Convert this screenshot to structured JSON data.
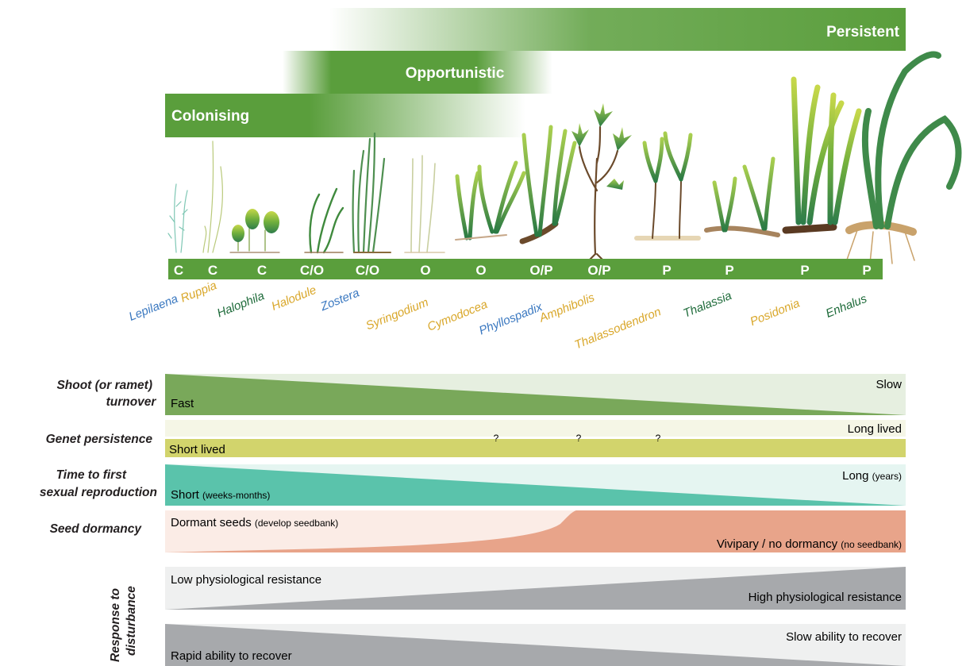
{
  "strategy_bars": [
    {
      "label": "Persistent",
      "color": "#5a9e3c"
    },
    {
      "label": "Opportunistic",
      "color": "#5a9e3c"
    },
    {
      "label": "Colonising",
      "color": "#5a9e3c"
    }
  ],
  "genera": [
    {
      "name": "Lepilaena",
      "code": "C",
      "color": "#3a78c0"
    },
    {
      "name": "Ruppia",
      "code": "C",
      "color": "#d9a72a"
    },
    {
      "name": "Halophila",
      "code": "C",
      "color": "#1e6b3a"
    },
    {
      "name": "Halodule",
      "code": "C/O",
      "color": "#d9a72a"
    },
    {
      "name": "Zostera",
      "code": "C/O",
      "color": "#3a78c0"
    },
    {
      "name": "Syringodium",
      "code": "O",
      "color": "#d9a72a"
    },
    {
      "name": "Cymodocea",
      "code": "O",
      "color": "#d9a72a"
    },
    {
      "name": "Phyllospadix",
      "code": "O/P",
      "color": "#3a78c0"
    },
    {
      "name": "Amphibolis",
      "code": "O/P",
      "color": "#d9a72a"
    },
    {
      "name": "Thalassodendron",
      "code": "P",
      "color": "#d9a72a"
    },
    {
      "name": "Thalassia",
      "code": "P",
      "color": "#1e6b3a"
    },
    {
      "name": "Posidonia",
      "code": "P",
      "color": "#d9a72a"
    },
    {
      "name": "Enhalus",
      "code": "P",
      "color": "#1e6b3a"
    }
  ],
  "traits": {
    "shoot_turnover": {
      "label_line1": "Shoot (or ramet)",
      "label_line2": "turnover",
      "left": "Fast",
      "right": "Slow"
    },
    "genet_persistence": {
      "label": "Genet persistence",
      "left": "Short lived",
      "right": "Long lived",
      "unknown_marks": [
        "?",
        "?",
        "?"
      ]
    },
    "time_to_sexual": {
      "label_line1": "Time to first",
      "label_line2": "sexual reproduction",
      "left": "Short",
      "left_note": "(weeks-months)",
      "right": "Long",
      "right_note": "(years)"
    },
    "seed_dormancy": {
      "label": "Seed dormancy",
      "left": "Dormant seeds",
      "left_note": "(develop seedbank)",
      "right": "Vivipary / no dormancy",
      "right_note": "(no seedbank)"
    },
    "disturbance_label_line1": "Response to",
    "disturbance_label_line2": "disturbance",
    "resistance": {
      "left": "Low physiological resistance",
      "right": "High physiological resistance"
    },
    "recovery": {
      "left": "Rapid ability to recover",
      "right": "Slow ability to recover"
    }
  },
  "colors": {
    "green": "#5a9e3c",
    "light_green": "#e6efe0",
    "yellow": "#d2d46c",
    "light_yellow": "#f5f6e6",
    "teal": "#5ac3ab",
    "light_teal": "#e5f5f1",
    "salmon": "#e8a48a",
    "light_salmon": "#fbece6",
    "grey": "#a7a9ac",
    "light_grey": "#eff0f0"
  }
}
